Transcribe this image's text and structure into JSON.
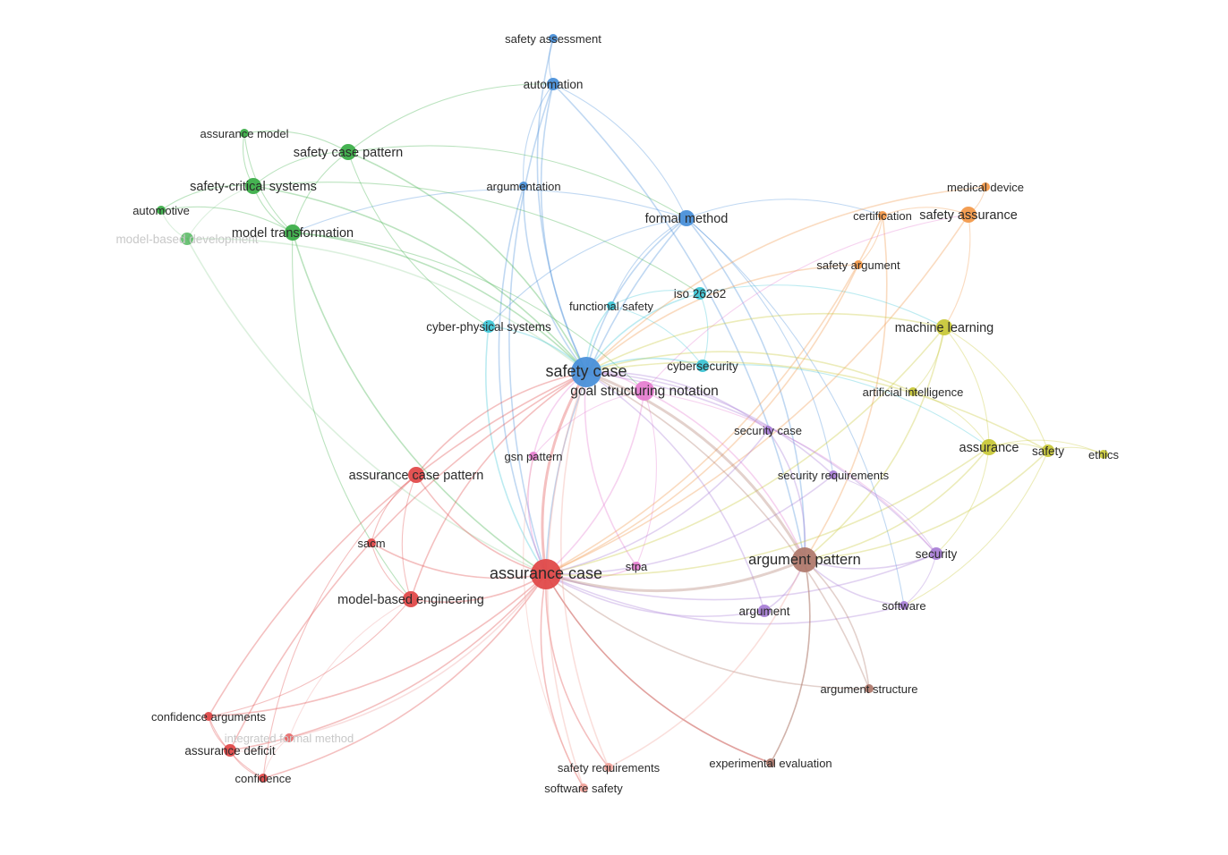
{
  "clusters": {
    "blue": "#4a90d9",
    "green": "#3cae49",
    "cyan": "#3fc6d6",
    "red": "#e04a4a",
    "brown": "#b07a6e",
    "purple": "#a97fd6",
    "yellow": "#c8c83a",
    "orange": "#f2994a",
    "pink": "#e67fd1",
    "salmon": "#f0a39b"
  },
  "nodes": [
    {
      "id": "safety-assessment",
      "label": "safety assessment",
      "cluster": "blue",
      "weight": 1
    },
    {
      "id": "automation",
      "label": "automation",
      "cluster": "blue",
      "weight": 2
    },
    {
      "id": "argumentation",
      "label": "argumentation",
      "cluster": "blue",
      "weight": 1
    },
    {
      "id": "formal-method",
      "label": "formal method",
      "cluster": "blue",
      "weight": 3
    },
    {
      "id": "safety-case",
      "label": "safety case",
      "cluster": "blue",
      "weight": 6
    },
    {
      "id": "assurance-model",
      "label": "assurance model",
      "cluster": "green",
      "weight": 1
    },
    {
      "id": "safety-case-pattern",
      "label": "safety case pattern",
      "cluster": "green",
      "weight": 3
    },
    {
      "id": "safety-critical-systems",
      "label": "safety-critical systems",
      "cluster": "green",
      "weight": 3
    },
    {
      "id": "automotive",
      "label": "automotive",
      "cluster": "green",
      "weight": 1
    },
    {
      "id": "model-based-development",
      "label": "model-based development",
      "cluster": "green",
      "weight": 2,
      "faded": true
    },
    {
      "id": "model-transformation",
      "label": "model transformation",
      "cluster": "green",
      "weight": 3
    },
    {
      "id": "functional-safety",
      "label": "functional safety",
      "cluster": "cyan",
      "weight": 1
    },
    {
      "id": "iso-26262",
      "label": "iso 26262",
      "cluster": "cyan",
      "weight": 2
    },
    {
      "id": "cyber-physical-systems",
      "label": "cyber-physical systems",
      "cluster": "cyan",
      "weight": 2
    },
    {
      "id": "cybersecurity",
      "label": "cybersecurity",
      "cluster": "cyan",
      "weight": 2
    },
    {
      "id": "goal-structuring-notation",
      "label": "goal structuring notation",
      "cluster": "pink",
      "weight": 4
    },
    {
      "id": "gsn-pattern",
      "label": "gsn pattern",
      "cluster": "pink",
      "weight": 1
    },
    {
      "id": "stpa",
      "label": "stpa",
      "cluster": "pink",
      "weight": 1
    },
    {
      "id": "medical-device",
      "label": "medical device",
      "cluster": "orange",
      "weight": 1
    },
    {
      "id": "certification",
      "label": "certification",
      "cluster": "orange",
      "weight": 1
    },
    {
      "id": "safety-assurance",
      "label": "safety assurance",
      "cluster": "orange",
      "weight": 3
    },
    {
      "id": "safety-argument",
      "label": "safety argument",
      "cluster": "orange",
      "weight": 1
    },
    {
      "id": "machine-learning",
      "label": "machine learning",
      "cluster": "yellow",
      "weight": 3
    },
    {
      "id": "artificial-intelligence",
      "label": "artificial intelligence",
      "cluster": "yellow",
      "weight": 1
    },
    {
      "id": "assurance",
      "label": "assurance",
      "cluster": "yellow",
      "weight": 3
    },
    {
      "id": "safety",
      "label": "safety",
      "cluster": "yellow",
      "weight": 2
    },
    {
      "id": "ethics",
      "label": "ethics",
      "cluster": "yellow",
      "weight": 1
    },
    {
      "id": "security-case",
      "label": "security case",
      "cluster": "purple",
      "weight": 1
    },
    {
      "id": "security-requirements",
      "label": "security requirements",
      "cluster": "purple",
      "weight": 1
    },
    {
      "id": "security",
      "label": "security",
      "cluster": "purple",
      "weight": 2
    },
    {
      "id": "argument",
      "label": "argument",
      "cluster": "purple",
      "weight": 2
    },
    {
      "id": "software",
      "label": "software",
      "cluster": "purple",
      "weight": 1
    },
    {
      "id": "argument-pattern",
      "label": "argument pattern",
      "cluster": "brown",
      "weight": 5
    },
    {
      "id": "argument-structure",
      "label": "argument structure",
      "cluster": "brown",
      "weight": 1
    },
    {
      "id": "experimental-evaluation",
      "label": "experimental evaluation",
      "cluster": "brown",
      "weight": 1
    },
    {
      "id": "assurance-case-pattern",
      "label": "assurance case pattern",
      "cluster": "red",
      "weight": 3
    },
    {
      "id": "sacm",
      "label": "sacm",
      "cluster": "red",
      "weight": 1
    },
    {
      "id": "assurance-case",
      "label": "assurance case",
      "cluster": "red",
      "weight": 6
    },
    {
      "id": "model-based-engineering",
      "label": "model-based engineering",
      "cluster": "red",
      "weight": 3
    },
    {
      "id": "confidence-arguments",
      "label": "confidence arguments",
      "cluster": "red",
      "weight": 1
    },
    {
      "id": "integrated-formal-method",
      "label": "integrated formal method",
      "cluster": "red",
      "weight": 1,
      "faded": true
    },
    {
      "id": "assurance-deficit",
      "label": "assurance deficit",
      "cluster": "red",
      "weight": 2
    },
    {
      "id": "confidence",
      "label": "confidence",
      "cluster": "red",
      "weight": 1
    },
    {
      "id": "safety-requirements",
      "label": "safety requirements",
      "cluster": "salmon",
      "weight": 1
    },
    {
      "id": "software-safety",
      "label": "software safety",
      "cluster": "salmon",
      "weight": 1
    }
  ],
  "links": [
    [
      "safety-assessment",
      "automation"
    ],
    [
      "safety-assessment",
      "safety-case"
    ],
    [
      "automation",
      "safety-case"
    ],
    [
      "automation",
      "formal-method"
    ],
    [
      "automation",
      "argument-pattern"
    ],
    [
      "automation",
      "assurance-case"
    ],
    [
      "automation",
      "argumentation"
    ],
    [
      "argumentation",
      "safety-case"
    ],
    [
      "argumentation",
      "assurance-case"
    ],
    [
      "formal-method",
      "safety-case"
    ],
    [
      "formal-method",
      "assurance-case"
    ],
    [
      "formal-method",
      "argument-pattern"
    ],
    [
      "formal-method",
      "security-requirements"
    ],
    [
      "formal-method",
      "software"
    ],
    [
      "formal-method",
      "certification"
    ],
    [
      "formal-method",
      "functional-safety"
    ],
    [
      "formal-method",
      "cyber-physical-systems"
    ],
    [
      "formal-method",
      "model-transformation"
    ],
    [
      "safety-case-pattern",
      "safety-case"
    ],
    [
      "safety-case-pattern",
      "assurance-model"
    ],
    [
      "safety-case-pattern",
      "safety-critical-systems"
    ],
    [
      "safety-case-pattern",
      "model-transformation"
    ],
    [
      "safety-case-pattern",
      "automation"
    ],
    [
      "safety-case-pattern",
      "cyber-physical-systems"
    ],
    [
      "safety-case-pattern",
      "formal-method"
    ],
    [
      "assurance-model",
      "model-transformation"
    ],
    [
      "assurance-model",
      "safety-critical-systems"
    ],
    [
      "safety-critical-systems",
      "model-transformation"
    ],
    [
      "safety-critical-systems",
      "safety-case"
    ],
    [
      "safety-critical-systems",
      "automotive"
    ],
    [
      "safety-critical-systems",
      "iso-26262"
    ],
    [
      "automotive",
      "model-transformation"
    ],
    [
      "automotive",
      "model-based-development"
    ],
    [
      "model-based-development",
      "safety-case"
    ],
    [
      "model-based-development",
      "safety-critical-systems"
    ],
    [
      "model-based-development",
      "assurance-case"
    ],
    [
      "model-transformation",
      "safety-case"
    ],
    [
      "model-transformation",
      "assurance-case"
    ],
    [
      "model-transformation",
      "model-based-engineering"
    ],
    [
      "model-transformation",
      "goal-structuring-notation"
    ],
    [
      "functional-safety",
      "safety-case"
    ],
    [
      "functional-safety",
      "iso-26262"
    ],
    [
      "functional-safety",
      "cybersecurity"
    ],
    [
      "iso-26262",
      "safety-case"
    ],
    [
      "iso-26262",
      "machine-learning"
    ],
    [
      "iso-26262",
      "cybersecurity"
    ],
    [
      "cyber-physical-systems",
      "safety-case"
    ],
    [
      "cyber-physical-systems",
      "assurance-case"
    ],
    [
      "cybersecurity",
      "safety-case"
    ],
    [
      "cybersecurity",
      "assurance"
    ],
    [
      "goal-structuring-notation",
      "safety-case"
    ],
    [
      "goal-structuring-notation",
      "assurance-case"
    ],
    [
      "goal-structuring-notation",
      "argument-pattern"
    ],
    [
      "goal-structuring-notation",
      "stpa"
    ],
    [
      "goal-structuring-notation",
      "gsn-pattern"
    ],
    [
      "goal-structuring-notation",
      "security"
    ],
    [
      "goal-structuring-notation",
      "safety-assurance"
    ],
    [
      "gsn-pattern",
      "assurance-case"
    ],
    [
      "gsn-pattern",
      "safety-case"
    ],
    [
      "stpa",
      "safety-case"
    ],
    [
      "stpa",
      "assurance-case"
    ],
    [
      "medical-device",
      "safety-assurance"
    ],
    [
      "medical-device",
      "safety-case"
    ],
    [
      "certification",
      "safety-assurance"
    ],
    [
      "certification",
      "safety-argument"
    ],
    [
      "certification",
      "assurance-case"
    ],
    [
      "certification",
      "argument-pattern"
    ],
    [
      "safety-assurance",
      "machine-learning"
    ],
    [
      "safety-assurance",
      "assurance-case"
    ],
    [
      "safety-argument",
      "safety-case"
    ],
    [
      "safety-argument",
      "assurance-case"
    ],
    [
      "machine-learning",
      "safety-case"
    ],
    [
      "machine-learning",
      "assurance"
    ],
    [
      "machine-learning",
      "safety"
    ],
    [
      "machine-learning",
      "artificial-intelligence"
    ],
    [
      "machine-learning",
      "assurance-case"
    ],
    [
      "machine-learning",
      "argument-pattern"
    ],
    [
      "artificial-intelligence",
      "assurance"
    ],
    [
      "artificial-intelligence",
      "safety-case"
    ],
    [
      "assurance",
      "safety"
    ],
    [
      "assurance",
      "ethics"
    ],
    [
      "assurance",
      "assurance-case"
    ],
    [
      "assurance",
      "argument-pattern"
    ],
    [
      "assurance",
      "security"
    ],
    [
      "safety",
      "ethics"
    ],
    [
      "safety",
      "argument-pattern"
    ],
    [
      "safety",
      "software"
    ],
    [
      "safety",
      "safety-case"
    ],
    [
      "security-case",
      "safety-case"
    ],
    [
      "security-case",
      "assurance-case"
    ],
    [
      "security-case",
      "argument-pattern"
    ],
    [
      "security-requirements",
      "safety-case"
    ],
    [
      "security-requirements",
      "assurance-case"
    ],
    [
      "security-requirements",
      "security"
    ],
    [
      "security",
      "argument-pattern"
    ],
    [
      "security",
      "software"
    ],
    [
      "security",
      "assurance-case"
    ],
    [
      "security",
      "safety-case"
    ],
    [
      "argument",
      "argument-pattern"
    ],
    [
      "argument",
      "assurance-case"
    ],
    [
      "argument",
      "safety-case"
    ],
    [
      "software",
      "argument-pattern"
    ],
    [
      "software",
      "assurance-case"
    ],
    [
      "argument-pattern",
      "safety-case"
    ],
    [
      "argument-pattern",
      "assurance-case"
    ],
    [
      "argument-pattern",
      "argument-structure"
    ],
    [
      "argument-pattern",
      "experimental-evaluation"
    ],
    [
      "argument-structure",
      "assurance-case"
    ],
    [
      "argument-structure",
      "safety-case"
    ],
    [
      "experimental-evaluation",
      "assurance-case"
    ],
    [
      "experimental-evaluation",
      "argument-pattern"
    ],
    [
      "assurance-case-pattern",
      "assurance-case"
    ],
    [
      "assurance-case-pattern",
      "safety-case"
    ],
    [
      "assurance-case-pattern",
      "sacm"
    ],
    [
      "assurance-case-pattern",
      "model-based-engineering"
    ],
    [
      "sacm",
      "assurance-case"
    ],
    [
      "sacm",
      "model-based-engineering"
    ],
    [
      "assurance-case",
      "safety-case"
    ],
    [
      "assurance-case",
      "model-based-engineering"
    ],
    [
      "assurance-case",
      "confidence-arguments"
    ],
    [
      "assurance-case",
      "integrated-formal-method"
    ],
    [
      "assurance-case",
      "assurance-deficit"
    ],
    [
      "assurance-case",
      "confidence"
    ],
    [
      "assurance-case",
      "safety-requirements"
    ],
    [
      "assurance-case",
      "software-safety"
    ],
    [
      "assurance-case",
      "experimental-evaluation"
    ],
    [
      "model-based-engineering",
      "safety-case"
    ],
    [
      "model-based-engineering",
      "confidence-arguments"
    ],
    [
      "model-based-engineering",
      "integrated-formal-method"
    ],
    [
      "confidence-arguments",
      "assurance-deficit"
    ],
    [
      "confidence-arguments",
      "confidence"
    ],
    [
      "confidence-arguments",
      "safety-case"
    ],
    [
      "integrated-formal-method",
      "assurance-deficit"
    ],
    [
      "integrated-formal-method",
      "confidence"
    ],
    [
      "assurance-deficit",
      "confidence"
    ],
    [
      "assurance-deficit",
      "safety-case"
    ],
    [
      "confidence",
      "assurance-case-pattern"
    ],
    [
      "safety-requirements",
      "safety-case"
    ],
    [
      "safety-requirements",
      "argument-pattern"
    ],
    [
      "software-safety",
      "safety-case"
    ],
    [
      "software-safety",
      "gsn-pattern"
    ]
  ]
}
